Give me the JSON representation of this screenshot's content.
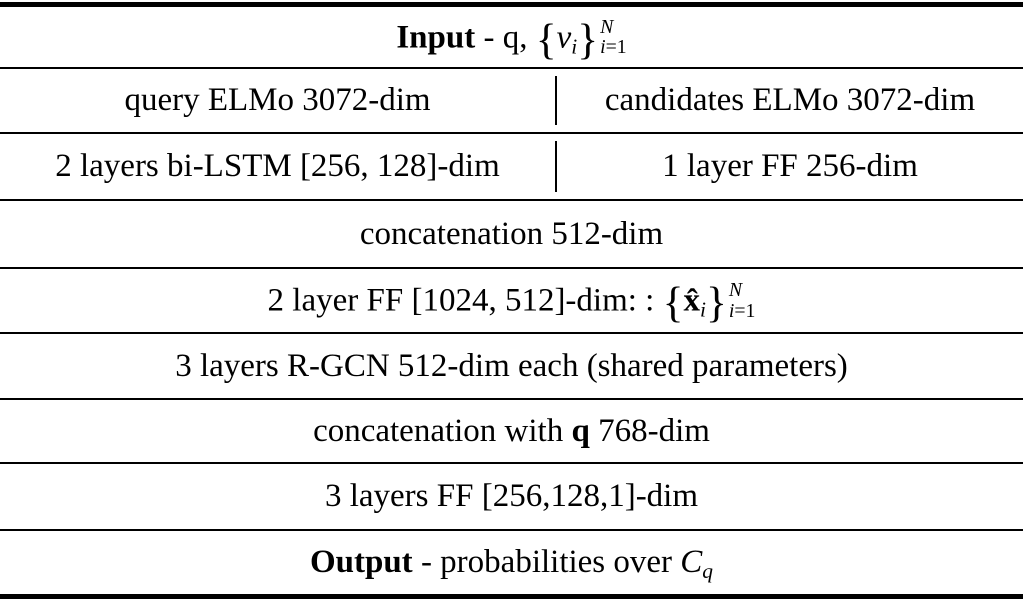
{
  "colors": {
    "text": "#000000",
    "background": "#ffffff",
    "rule": "#000000"
  },
  "table": {
    "rows": [
      {
        "name": "input-row",
        "cells": [
          {
            "segments": [
              {
                "t": "bold",
                "v": "Input",
                "name": "input-label"
              },
              {
                "t": "text",
                "v": " - q, "
              },
              {
                "t": "brace",
                "v": "{"
              },
              {
                "t": "italic",
                "v": "v"
              },
              {
                "t": "sub",
                "v": "i"
              },
              {
                "t": "brace",
                "v": "}"
              },
              {
                "t": "stack",
                "top": "N",
                "bottom_var": "i",
                "bottom_rest": "=1"
              }
            ]
          }
        ]
      },
      {
        "name": "elmo-encoding-row",
        "cells": [
          {
            "segments": [
              {
                "t": "text",
                "v": "query ELMo 3072-dim"
              }
            ]
          },
          {
            "segments": [
              {
                "t": "text",
                "v": "candidates ELMo 3072-dim"
              }
            ]
          }
        ]
      },
      {
        "name": "encoder-layers-row",
        "cells": [
          {
            "segments": [
              {
                "t": "text",
                "v": "2 layers bi-LSTM [256, 128]-dim"
              }
            ]
          },
          {
            "segments": [
              {
                "t": "text",
                "v": "1 layer FF 256-dim"
              }
            ]
          }
        ]
      },
      {
        "name": "concatenation-row",
        "cells": [
          {
            "segments": [
              {
                "t": "text",
                "v": "concatenation 512-dim"
              }
            ]
          }
        ]
      },
      {
        "name": "ff-projection-row",
        "cells": [
          {
            "segments": [
              {
                "t": "text",
                "v": "2 layer FF [1024, 512]-dim: : "
              },
              {
                "t": "brace",
                "v": "{"
              },
              {
                "t": "bold",
                "v": "x̂"
              },
              {
                "t": "sub",
                "v": "i"
              },
              {
                "t": "brace",
                "v": "}"
              },
              {
                "t": "stack",
                "top": "N",
                "bottom_var": "i",
                "bottom_rest": "=1"
              }
            ]
          }
        ]
      },
      {
        "name": "rgcn-row",
        "cells": [
          {
            "segments": [
              {
                "t": "text",
                "v": "3 layers R-GCN 512-dim each (shared parameters)"
              }
            ]
          }
        ]
      },
      {
        "name": "query-concatenation-row",
        "cells": [
          {
            "segments": [
              {
                "t": "text",
                "v": "concatenation with "
              },
              {
                "t": "bold",
                "v": "q"
              },
              {
                "t": "text",
                "v": " 768-dim"
              }
            ]
          }
        ]
      },
      {
        "name": "ff-scoring-row",
        "cells": [
          {
            "segments": [
              {
                "t": "text",
                "v": "3 layers FF [256,128,1]-dim"
              }
            ]
          }
        ]
      },
      {
        "name": "output-row",
        "cells": [
          {
            "segments": [
              {
                "t": "bold",
                "v": "Output",
                "name": "output-label"
              },
              {
                "t": "text",
                "v": " - probabilities over "
              },
              {
                "t": "italic",
                "v": "C"
              },
              {
                "t": "sub",
                "v": "q"
              }
            ]
          }
        ]
      }
    ]
  }
}
